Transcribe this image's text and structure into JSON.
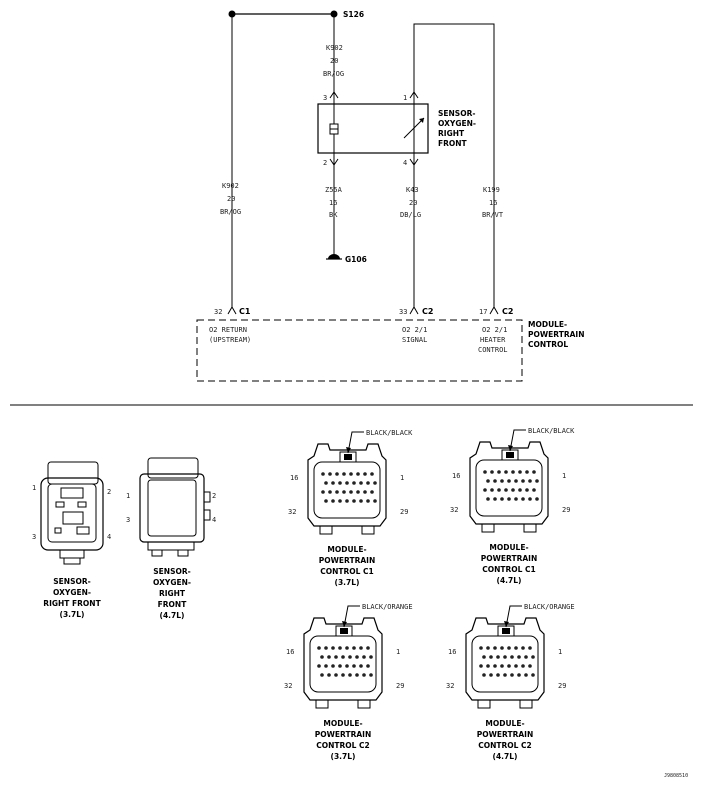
{
  "splice": {
    "name": "S126"
  },
  "ground": {
    "name": "G106"
  },
  "wires": {
    "k902_top": {
      "circuit": "K902",
      "gauge": "20",
      "color": "BR/OG"
    },
    "k902_left": {
      "circuit": "K902",
      "gauge": "20",
      "color": "BR/OG"
    },
    "z55": {
      "circuit": "Z55A",
      "gauge": "16",
      "color": "BK"
    },
    "k43": {
      "circuit": "K43",
      "gauge": "20",
      "color": "DB/LG"
    },
    "k199": {
      "circuit": "K199",
      "gauge": "16",
      "color": "BR/VT"
    }
  },
  "sensor": {
    "label": [
      "SENSOR-",
      "OXYGEN-",
      "RIGHT",
      "FRONT"
    ],
    "pins": {
      "p1": "1",
      "p2": "2",
      "p3": "3",
      "p4": "4"
    }
  },
  "pcm": {
    "label": [
      "MODULE-",
      "POWERTRAIN",
      "CONTROL"
    ],
    "pins": [
      {
        "num": "32",
        "conn": "C1",
        "desc": [
          "O2 RETURN",
          "(UPSTREAM)"
        ]
      },
      {
        "num": "33",
        "conn": "C2",
        "desc": [
          "O2 2/1",
          "SIGNAL"
        ]
      },
      {
        "num": "17",
        "conn": "C2",
        "desc": [
          "O2 2/1",
          "HEATER",
          "CONTROL"
        ]
      }
    ]
  },
  "connectors": {
    "sensor_37": {
      "title": [
        "SENSOR-",
        "OXYGEN-",
        "RIGHT FRONT",
        "(3.7L)"
      ],
      "pins": [
        "1",
        "2",
        "3",
        "4"
      ]
    },
    "sensor_47": {
      "title": [
        "SENSOR-",
        "OXYGEN-",
        "RIGHT",
        "FRONT",
        "(4.7L)"
      ],
      "pins": [
        "1",
        "2",
        "3",
        "4"
      ]
    },
    "pcm_c1_37": {
      "color": "BLACK/BLACK",
      "title": [
        "MODULE-",
        "POWERTRAIN",
        "CONTROL C1",
        "(3.7L)"
      ],
      "pins": [
        "16",
        "1",
        "32",
        "29"
      ]
    },
    "pcm_c1_47": {
      "color": "BLACK/BLACK",
      "title": [
        "MODULE-",
        "POWERTRAIN",
        "CONTROL C1",
        "(4.7L)"
      ],
      "pins": [
        "16",
        "1",
        "32",
        "29"
      ]
    },
    "pcm_c2_37": {
      "color": "BLACK/ORANGE",
      "title": [
        "MODULE-",
        "POWERTRAIN",
        "CONTROL C2",
        "(3.7L)"
      ],
      "pins": [
        "16",
        "1",
        "32",
        "29"
      ]
    },
    "pcm_c2_47": {
      "color": "BLACK/ORANGE",
      "title": [
        "MODULE-",
        "POWERTRAIN",
        "CONTROL C2",
        "(4.7L)"
      ],
      "pins": [
        "16",
        "1",
        "32",
        "29"
      ]
    }
  },
  "figure_id": "J9808510"
}
